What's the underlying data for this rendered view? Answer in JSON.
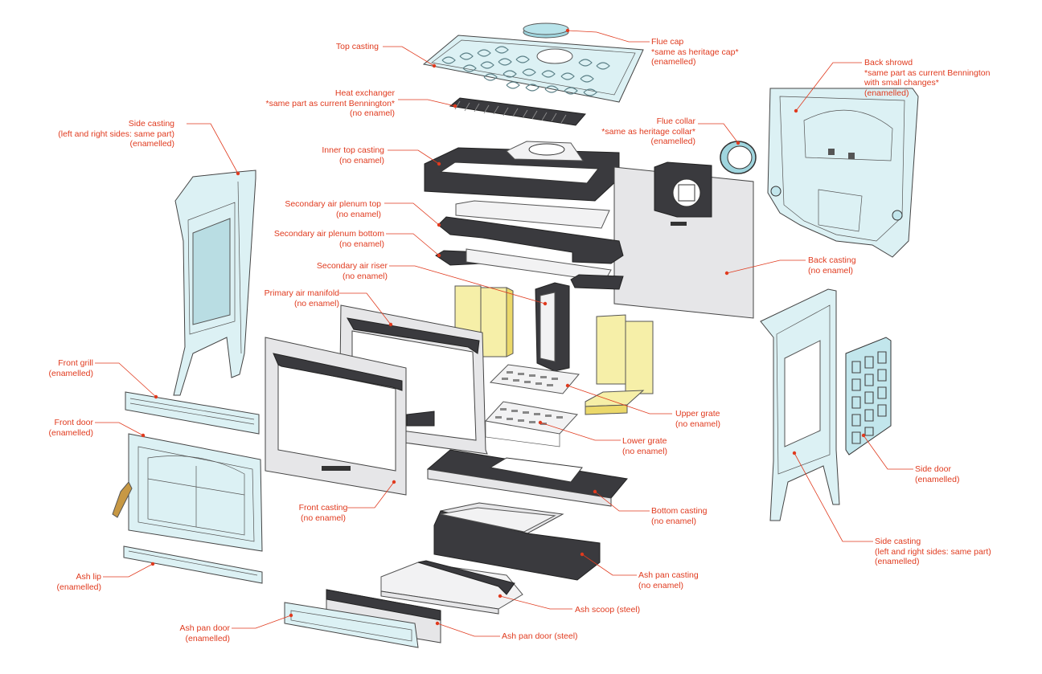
{
  "labels": [
    {
      "id": "top-casting",
      "lines": [
        "Top casting"
      ]
    },
    {
      "id": "flue-cap",
      "lines": [
        "Flue cap",
        "*same as heritage cap*",
        "(enamelled)"
      ]
    },
    {
      "id": "back-shroud",
      "lines": [
        "Back shrowd",
        "*same part as current Bennington",
        "with small changes*",
        "(enamelled)"
      ]
    },
    {
      "id": "heat-exchanger",
      "lines": [
        "Heat exchanger",
        "*same part as current Bennington*",
        "(no enamel)"
      ]
    },
    {
      "id": "side-casting-left",
      "lines": [
        "Side casting",
        "(left and right sides:  same part)",
        "(enamelled)"
      ]
    },
    {
      "id": "flue-collar",
      "lines": [
        "Flue collar",
        "*same as heritage collar*",
        "(enamelled)"
      ]
    },
    {
      "id": "inner-top-casting",
      "lines": [
        "Inner top casting",
        "(no enamel)"
      ]
    },
    {
      "id": "secondary-air-plenum-top",
      "lines": [
        "Secondary air plenum top",
        "(no enamel)"
      ]
    },
    {
      "id": "secondary-air-plenum-bottom",
      "lines": [
        "Secondary air plenum bottom",
        "(no enamel)"
      ]
    },
    {
      "id": "back-casting",
      "lines": [
        "Back casting",
        "(no enamel)"
      ]
    },
    {
      "id": "secondary-air-riser",
      "lines": [
        "Secondary air riser",
        "(no enamel)"
      ]
    },
    {
      "id": "primary-air-manifold",
      "lines": [
        "Primary air manifold",
        "(no enamel)"
      ]
    },
    {
      "id": "front-grill",
      "lines": [
        "Front grill",
        "(enamelled)"
      ]
    },
    {
      "id": "upper-grate",
      "lines": [
        "Upper grate",
        "(no enamel)"
      ]
    },
    {
      "id": "front-door",
      "lines": [
        "Front door",
        "(enamelled)"
      ]
    },
    {
      "id": "lower-grate",
      "lines": [
        "Lower grate",
        "(no enamel)"
      ]
    },
    {
      "id": "side-door",
      "lines": [
        "Side door",
        "(enamelled)"
      ]
    },
    {
      "id": "front-casting",
      "lines": [
        "Front casting",
        "(no enamel)"
      ]
    },
    {
      "id": "bottom-casting",
      "lines": [
        "Bottom casting",
        "(no enamel)"
      ]
    },
    {
      "id": "side-casting-right",
      "lines": [
        "Side casting",
        "(left and right sides:  same part)",
        "(enamelled)"
      ]
    },
    {
      "id": "ash-lip",
      "lines": [
        "Ash lip",
        "(enamelled)"
      ]
    },
    {
      "id": "ash-pan-casting",
      "lines": [
        "Ash pan casting",
        "(no enamel)"
      ]
    },
    {
      "id": "ash-scoop",
      "lines": [
        "Ash scoop (steel)"
      ]
    },
    {
      "id": "ash-pan-door-enamelled",
      "lines": [
        "Ash pan door",
        "(enamelled)"
      ]
    },
    {
      "id": "ash-pan-door-steel",
      "lines": [
        "Ash pan door (steel)"
      ]
    }
  ],
  "colors": {
    "label": "#e03a1e",
    "enamel": "#dcf1f4",
    "cast_iron": "#3a3a3e",
    "steel": "#e6e6e8",
    "firebrick": "#f6efa8"
  }
}
